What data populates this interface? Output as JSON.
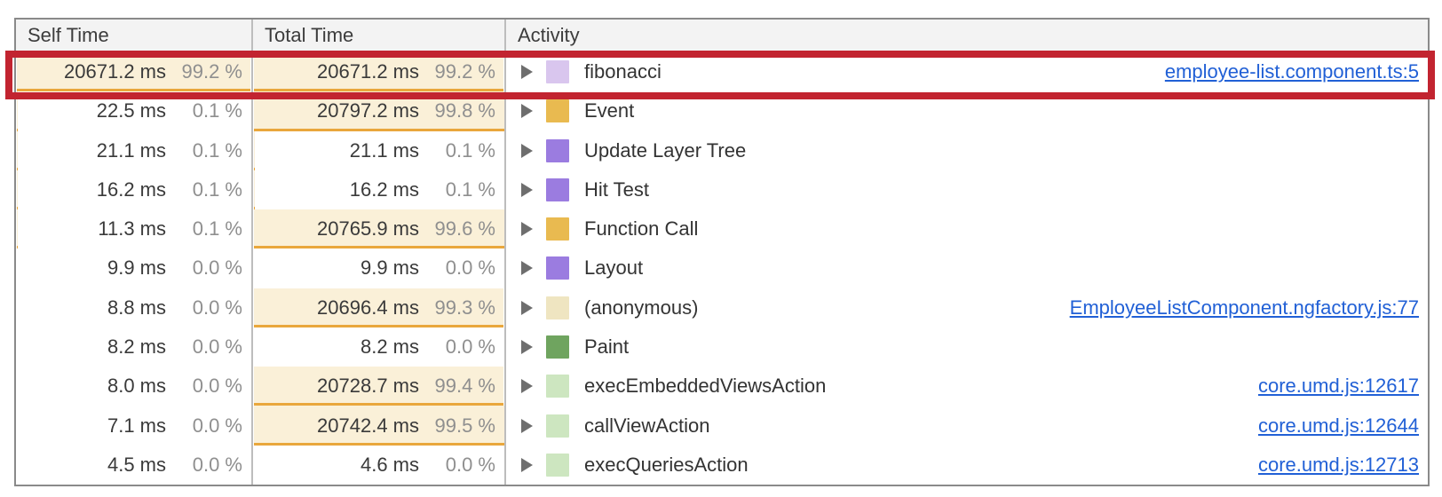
{
  "table": {
    "columns": {
      "self": "Self Time",
      "total": "Total Time",
      "activity": "Activity"
    },
    "rows": [
      {
        "self_ms": "20671.2 ms",
        "self_pct": "99.2 %",
        "self_pct_num": 99.2,
        "total_ms": "20671.2 ms",
        "total_pct": "99.2 %",
        "total_pct_num": 99.2,
        "activity": "fibonacci",
        "icon": "js-frame-swatch",
        "icon_color": "#d9c6ee",
        "icon_dotted": true,
        "link": "employee-list.component.ts:5"
      },
      {
        "self_ms": "22.5 ms",
        "self_pct": "0.1 %",
        "self_pct_num": 0.1,
        "total_ms": "20797.2 ms",
        "total_pct": "99.8 %",
        "total_pct_num": 99.8,
        "activity": "Event",
        "icon": "scripting-swatch",
        "icon_color": "#e9ba50",
        "icon_dotted": true,
        "link": ""
      },
      {
        "self_ms": "21.1 ms",
        "self_pct": "0.1 %",
        "self_pct_num": 0.1,
        "total_ms": "21.1 ms",
        "total_pct": "0.1 %",
        "total_pct_num": 0.1,
        "activity": "Update Layer Tree",
        "icon": "rendering-swatch",
        "icon_color": "#9b7ce0",
        "icon_dotted": false,
        "link": ""
      },
      {
        "self_ms": "16.2 ms",
        "self_pct": "0.1 %",
        "self_pct_num": 0.1,
        "total_ms": "16.2 ms",
        "total_pct": "0.1 %",
        "total_pct_num": 0.1,
        "activity": "Hit Test",
        "icon": "rendering-swatch",
        "icon_color": "#9b7ce0",
        "icon_dotted": false,
        "link": ""
      },
      {
        "self_ms": "11.3 ms",
        "self_pct": "0.1 %",
        "self_pct_num": 0.1,
        "total_ms": "20765.9 ms",
        "total_pct": "99.6 %",
        "total_pct_num": 99.6,
        "activity": "Function Call",
        "icon": "scripting-swatch",
        "icon_color": "#e9ba50",
        "icon_dotted": true,
        "link": ""
      },
      {
        "self_ms": "9.9 ms",
        "self_pct": "0.0 %",
        "self_pct_num": 0.0,
        "total_ms": "9.9 ms",
        "total_pct": "0.0 %",
        "total_pct_num": 0.0,
        "activity": "Layout",
        "icon": "rendering-swatch",
        "icon_color": "#9b7ce0",
        "icon_dotted": false,
        "link": ""
      },
      {
        "self_ms": "8.8 ms",
        "self_pct": "0.0 %",
        "self_pct_num": 0.0,
        "total_ms": "20696.4 ms",
        "total_pct": "99.3 %",
        "total_pct_num": 99.3,
        "activity": "(anonymous)",
        "icon": "anonymous-frame-swatch",
        "icon_color": "#efe5c1",
        "icon_dotted": true,
        "link": "EmployeeListComponent.ngfactory.js:77"
      },
      {
        "self_ms": "8.2 ms",
        "self_pct": "0.0 %",
        "self_pct_num": 0.0,
        "total_ms": "8.2 ms",
        "total_pct": "0.0 %",
        "total_pct_num": 0.0,
        "activity": "Paint",
        "icon": "painting-swatch",
        "icon_color": "#6fa45f",
        "icon_dotted": false,
        "link": ""
      },
      {
        "self_ms": "8.0 ms",
        "self_pct": "0.0 %",
        "self_pct_num": 0.0,
        "total_ms": "20728.7 ms",
        "total_pct": "99.4 %",
        "total_pct_num": 99.4,
        "activity": "execEmbeddedViewsAction",
        "icon": "js-light-swatch",
        "icon_color": "#cde6c0",
        "icon_dotted": true,
        "link": "core.umd.js:12617"
      },
      {
        "self_ms": "7.1 ms",
        "self_pct": "0.0 %",
        "self_pct_num": 0.0,
        "total_ms": "20742.4 ms",
        "total_pct": "99.5 %",
        "total_pct_num": 99.5,
        "activity": "callViewAction",
        "icon": "js-light-swatch",
        "icon_color": "#cde6c0",
        "icon_dotted": true,
        "link": "core.umd.js:12644"
      },
      {
        "self_ms": "4.5 ms",
        "self_pct": "0.0 %",
        "self_pct_num": 0.0,
        "total_ms": "4.6 ms",
        "total_pct": "0.0 %",
        "total_pct_num": 0.0,
        "activity": "execQueriesAction",
        "icon": "js-light-swatch",
        "icon_color": "#cde6c0",
        "icon_dotted": true,
        "link": "core.umd.js:12713"
      }
    ]
  },
  "annotation": {
    "highlight_color": "#c22430"
  },
  "colors": {
    "bar_fill": "#faf0d8",
    "bar_underline": "#e9a73c",
    "link": "#2160d6",
    "percent_text": "#8f8f8f",
    "value_text": "#3a3a3a",
    "header_bg": "#f3f3f3",
    "grid_border": "#8a8a8a"
  }
}
